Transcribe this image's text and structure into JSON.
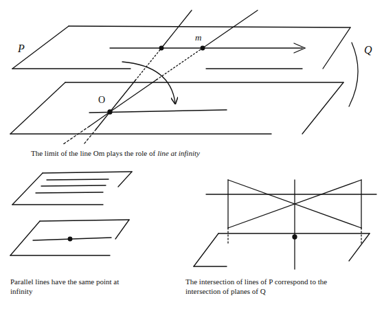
{
  "diagram": {
    "labels": [
      "P",
      "m",
      "O",
      "Q",
      "The limit of the line Om plays the role of",
      "line at infinity",
      "Parallel lines have the same point at infinity",
      "The intersection of lines of P correspond to the intersection of planes of Q"
    ]
  }
}
